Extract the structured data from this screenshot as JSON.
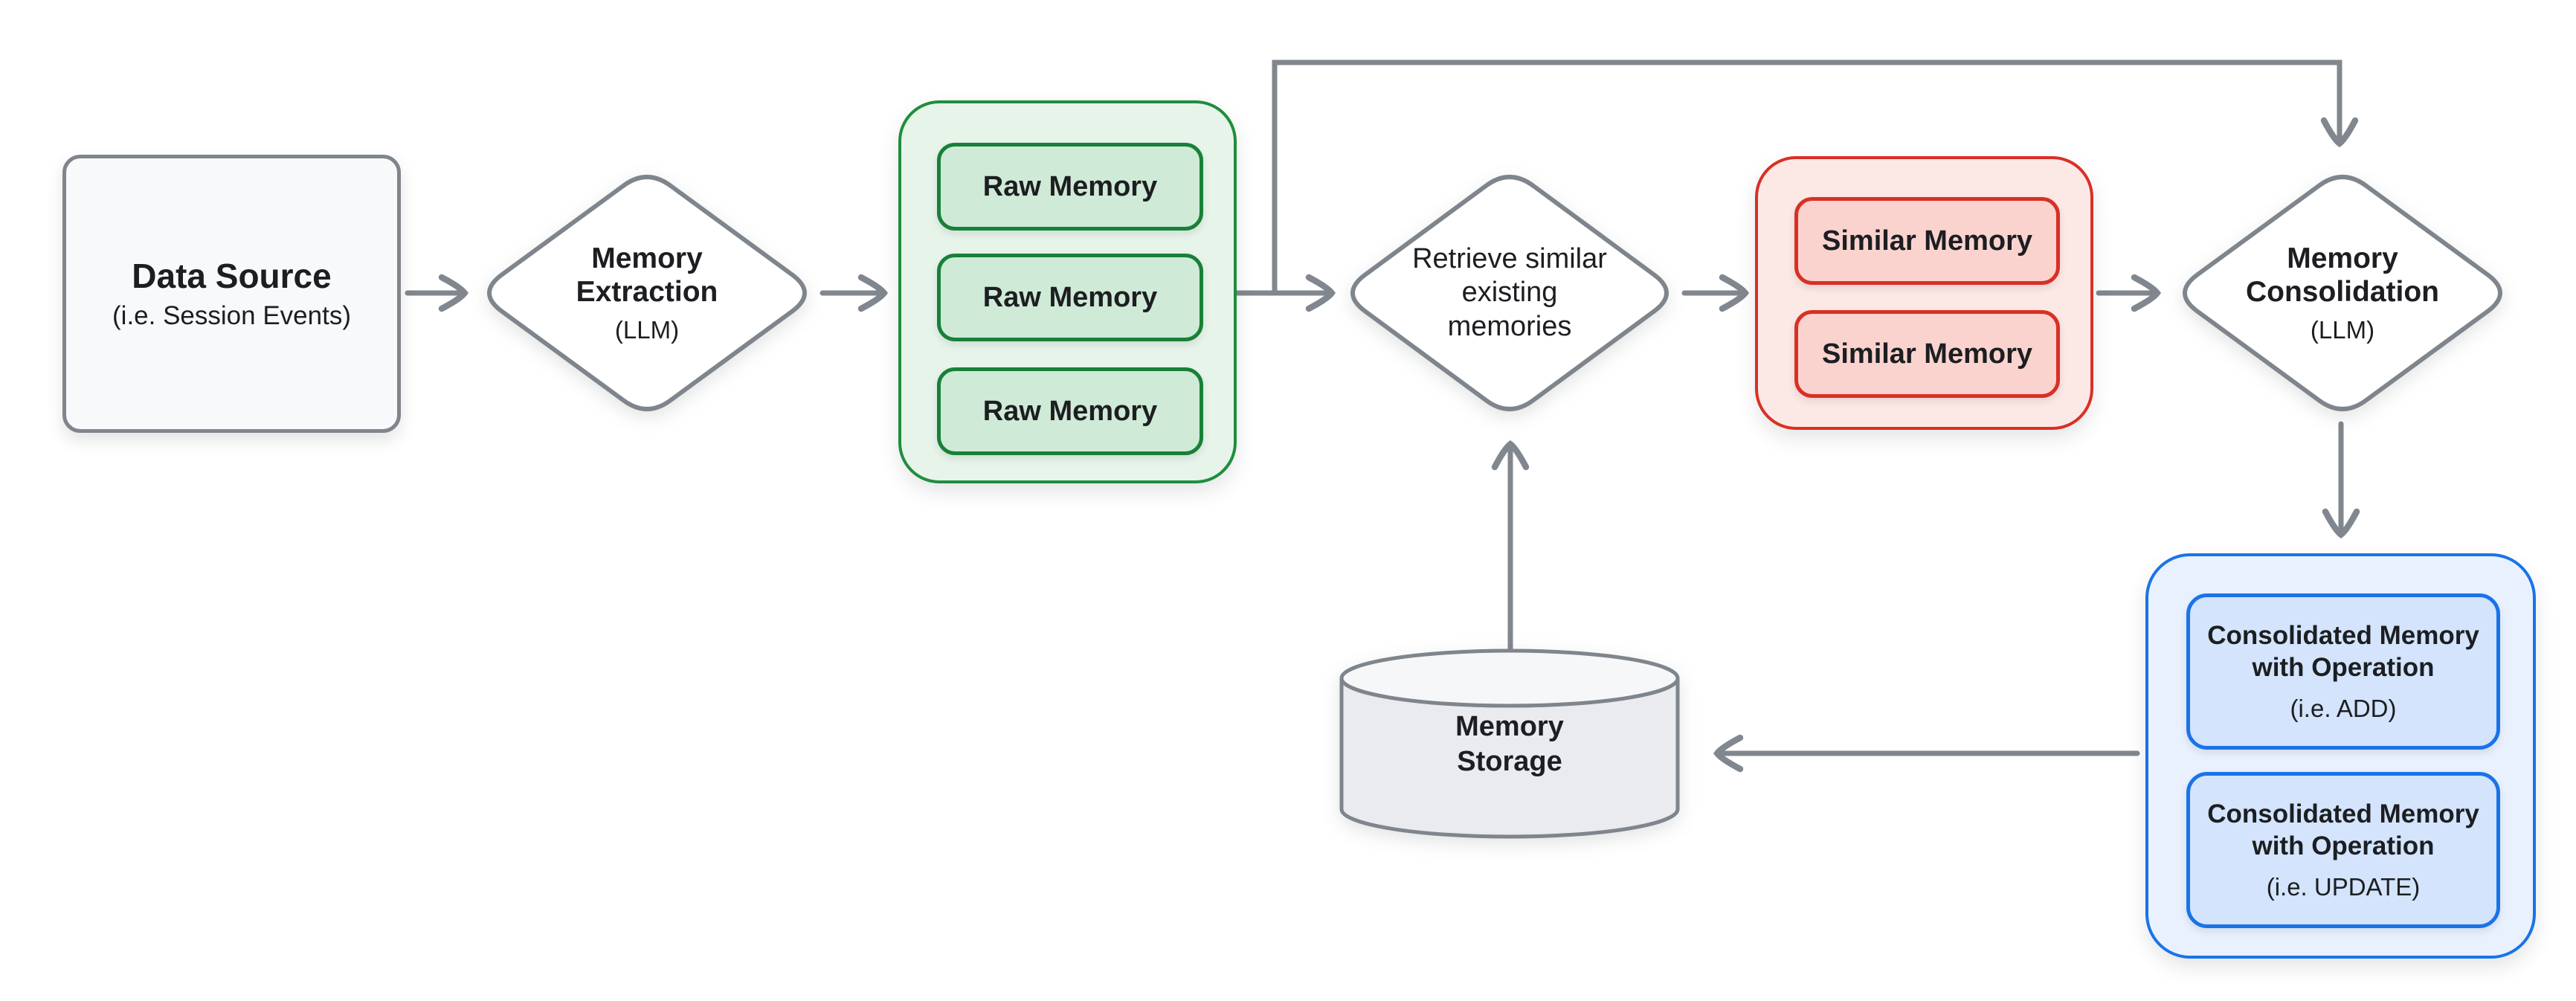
{
  "colors": {
    "ink": "#1c1e21",
    "arrow": "#81878e",
    "node_border": "#7e858c",
    "node_fill": "#f8f9fa",
    "diamond_fill": "#ffffff",
    "green_container_fill": "#e7f4ea",
    "green_container_border": "#1e8e3e",
    "green_item_fill": "#cfead7",
    "green_item_border": "#188038",
    "red_container_fill": "#fce9e6",
    "red_container_border": "#d93025",
    "red_item_fill": "#fad3cf",
    "red_item_border": "#d93025",
    "blue_container_fill": "#e9f1fe",
    "blue_container_border": "#1a73e8",
    "blue_item_fill": "#d3e4fc",
    "blue_item_border": "#1a73e8",
    "cylinder_fill": "#e9ebee",
    "cylinder_top_fill": "#f5f7f8"
  },
  "nodes": {
    "data_source": {
      "title": "Data Source",
      "subtitle": "(i.e. Session Events)"
    },
    "memory_extraction": {
      "title": "Memory\nExtraction",
      "subtitle": "(LLM)"
    },
    "raw_memories": {
      "items": [
        "Raw Memory",
        "Raw Memory",
        "Raw Memory"
      ]
    },
    "retrieve": {
      "title": "Retrieve similar\nexisting\nmemories"
    },
    "similar_memories": {
      "items": [
        "Similar Memory",
        "Similar Memory"
      ]
    },
    "memory_consolidation": {
      "title": "Memory\nConsolidation",
      "subtitle": "(LLM)"
    },
    "consolidated_memories": {
      "items": [
        {
          "title": "Consolidated Memory\nwith Operation",
          "subtitle": "(i.e. ADD)"
        },
        {
          "title": "Consolidated Memory\nwith Operation",
          "subtitle": "(i.e. UPDATE)"
        }
      ]
    },
    "memory_storage": {
      "title": "Memory\nStorage"
    }
  }
}
